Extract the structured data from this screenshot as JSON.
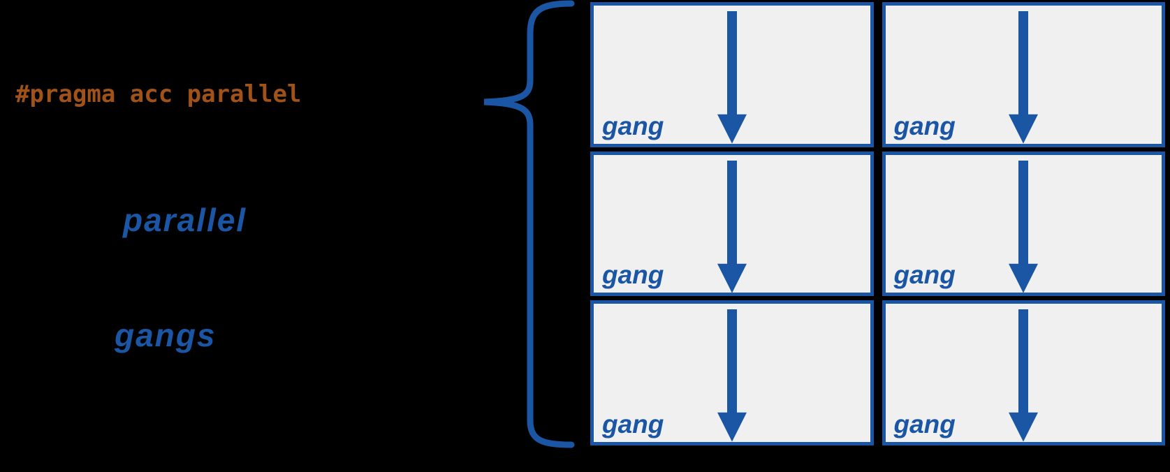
{
  "background_color": "#000000",
  "colors": {
    "accent_blue": "#1B56A4",
    "code_orange": "#A05218",
    "box_fill": "#F0F0F1"
  },
  "code": {
    "directive": "#pragma acc parallel"
  },
  "labels": {
    "parallel": "parallel",
    "gangs": "gangs"
  },
  "icons": {
    "brace": "left-curly-brace",
    "arrow": "down-arrow"
  },
  "grid": {
    "columns": 2,
    "rows": 3,
    "cells": [
      {
        "label": "gang"
      },
      {
        "label": "gang"
      },
      {
        "label": "gang"
      },
      {
        "label": "gang"
      },
      {
        "label": "gang"
      },
      {
        "label": "gang"
      }
    ]
  }
}
